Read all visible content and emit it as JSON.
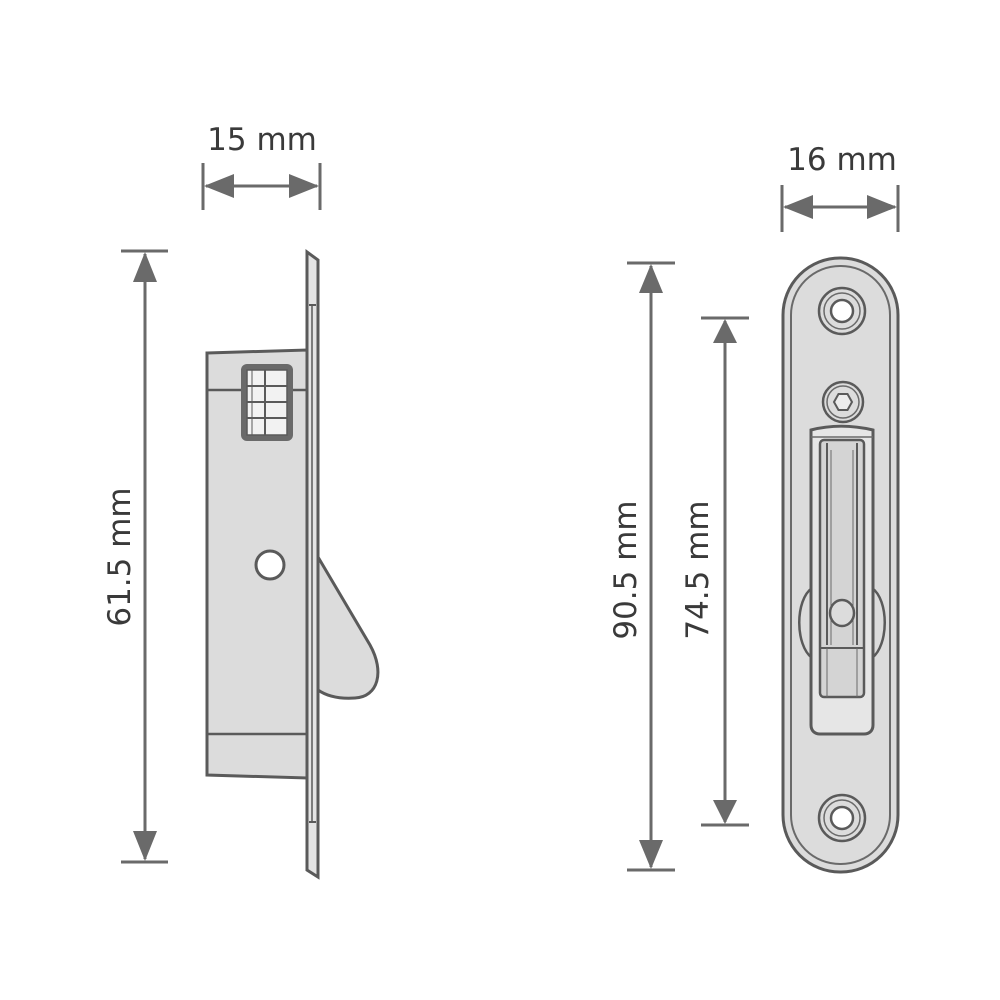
{
  "diagram": {
    "type": "technical-drawing",
    "subject": "sliding door hook lock — side view and front faceplate view",
    "colors": {
      "background": "#ffffff",
      "line": "#5a5a5a",
      "fill": "#dcdcdc",
      "dimension": "#6a6a6a",
      "text": "#3a3a3a"
    },
    "side_view": {
      "width_dim": {
        "label": "15 mm"
      },
      "height_dim": {
        "label": "61.5 mm"
      }
    },
    "front_view": {
      "width_dim": {
        "label": "16 mm"
      },
      "total_height_dim": {
        "label": "90.5 mm"
      },
      "hole_spacing_dim": {
        "label": "74.5 mm"
      }
    }
  }
}
